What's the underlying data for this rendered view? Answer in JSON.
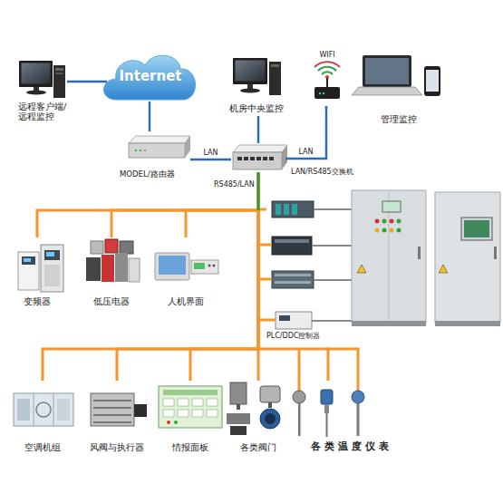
{
  "diagram": {
    "nodes": [
      {
        "text": [
          "远程客户端/ 远程监控"
        ]
      },
      {
        "text": [
          "Internet"
        ]
      },
      {
        "text": [
          "机房中央监控"
        ]
      },
      {
        "text": [
          "WIFI"
        ]
      },
      {
        "text": [
          "管理监控"
        ]
      },
      {
        "text": [
          "MODEL/路由器"
        ]
      },
      {
        "text": [
          "LAN/RS485交换机"
        ]
      },
      {
        "text": [
          "变频器"
        ]
      },
      {
        "text": [
          "低压电器"
        ]
      },
      {
        "text": [
          "人机界面"
        ]
      },
      {
        "text": [
          "PLC/DDC控制器"
        ]
      },
      {
        "text": [
          "空调机组"
        ]
      },
      {
        "text": [
          "风阀与执行器"
        ]
      },
      {
        "text": [
          "情报面板"
        ]
      },
      {
        "text": [
          "各类阀门"
        ]
      },
      {
        "text": [
          "各类温度仪表"
        ]
      }
    ],
    "edges": [
      {
        "from": 0,
        "to": 1,
        "arrow": "none"
      },
      {
        "from": 1,
        "to": 5,
        "arrow": "none"
      },
      {
        "from": 5,
        "to": 6,
        "arrow": "none",
        "label": "LAN"
      },
      {
        "from": 6,
        "to": 2,
        "arrow": "none"
      },
      {
        "from": 6,
        "to": 3,
        "arrow": "none",
        "label": "LAN"
      },
      {
        "from": 6,
        "to": 7,
        "arrow": "none"
      },
      {
        "from": 6,
        "to": 8,
        "arrow": "none"
      },
      {
        "from": 6,
        "to": 9,
        "arrow": "none"
      },
      {
        "from": 6,
        "to": 10,
        "arrow": "none"
      },
      {
        "from": 6,
        "to": 11,
        "arrow": "none"
      },
      {
        "from": 6,
        "to": 12,
        "arrow": "none"
      },
      {
        "from": 6,
        "to": 13,
        "arrow": "none"
      },
      {
        "from": 6,
        "to": 14,
        "arrow": "none"
      },
      {
        "from": 6,
        "to": 15,
        "arrow": "none"
      }
    ],
    "labels": [
      "RS485/LAN"
    ]
  }
}
